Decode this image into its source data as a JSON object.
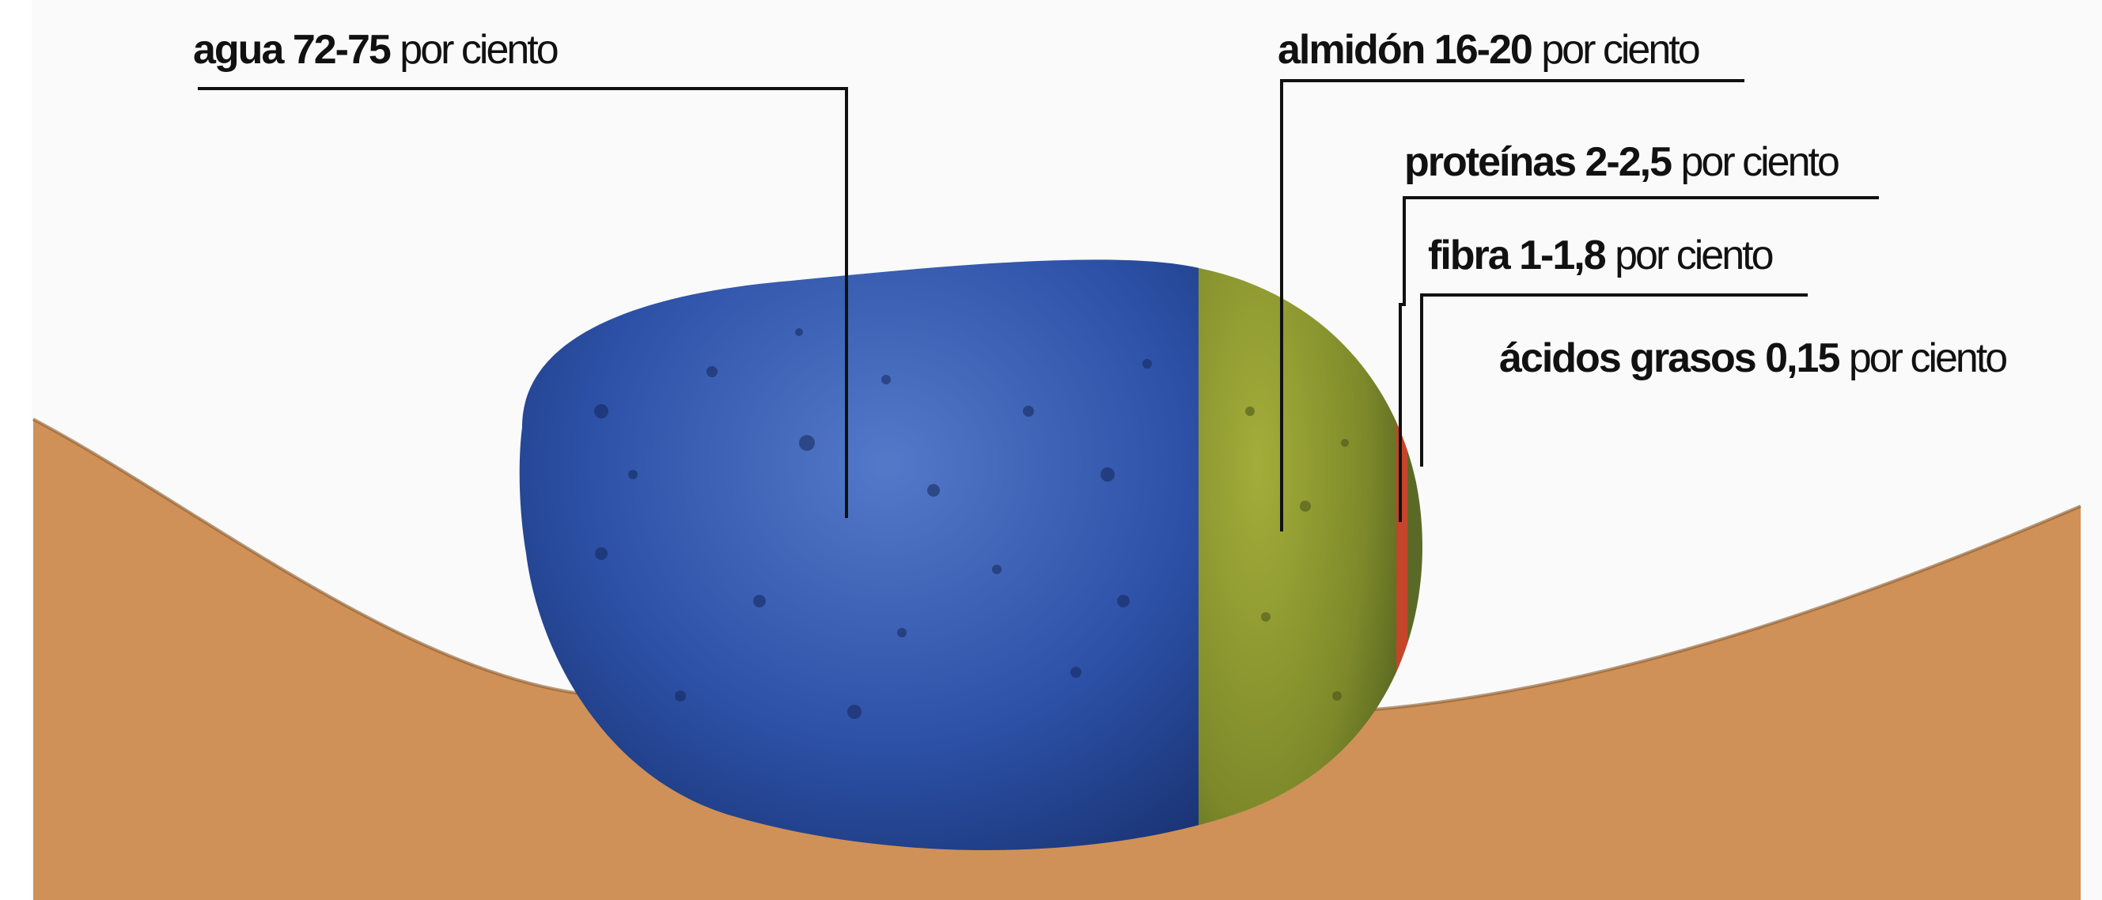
{
  "labels": {
    "water": {
      "name": "agua",
      "value": "72-75",
      "unit": "por ciento"
    },
    "starch": {
      "name": "almidón",
      "value": "16-20",
      "unit": "por ciento"
    },
    "protein": {
      "name": "proteínas",
      "value": "2-2,5",
      "unit": "por ciento"
    },
    "fiber": {
      "name": "fibra",
      "value": "1-1,8",
      "unit": "por ciento"
    },
    "fatty": {
      "name": "ácidos grasos",
      "value": "0,15",
      "unit": "por ciento"
    }
  },
  "colors": {
    "water": "#2f57b0",
    "starch": "#8f9a2e",
    "protein": "#c4452a",
    "fiber": "#9a6a2a",
    "ground": "#cf9158",
    "background": "#fafafa"
  }
}
